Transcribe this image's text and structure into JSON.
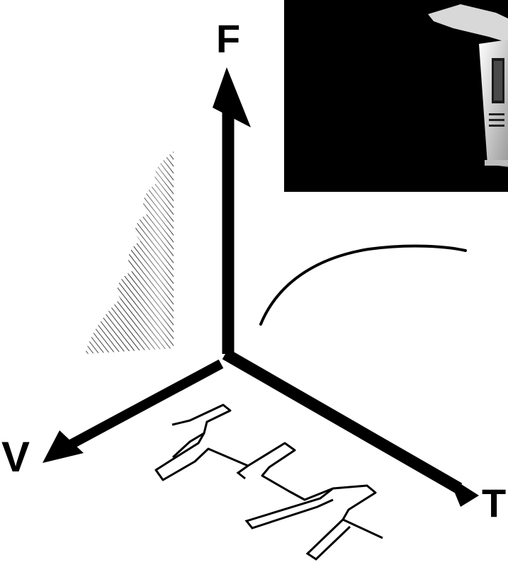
{
  "axes": {
    "f_label": "F",
    "v_label": "V",
    "t_label": "T"
  },
  "colors": {
    "ink": "#000000",
    "paper": "#ffffff",
    "photo_highlight": "#d8d8d8"
  }
}
